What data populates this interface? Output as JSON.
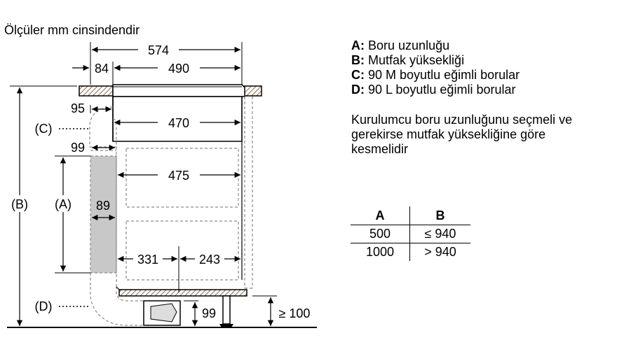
{
  "title": "Ölçüler mm cinsindendir",
  "dims": {
    "d574": "574",
    "d84": "84",
    "d490": "490",
    "d95": "95",
    "d470": "470",
    "d99top": "99",
    "d475": "475",
    "d89": "89",
    "d331": "331",
    "d243": "243",
    "d99bot": "99",
    "d100": "≥ 100"
  },
  "callouts": {
    "A": "(A)",
    "B": "(B)",
    "C": "(C)",
    "D": "(D)"
  },
  "legend": [
    {
      "key": "A:",
      "text": "Boru uzunluğu"
    },
    {
      "key": "B:",
      "text": "Mutfak yüksekliği"
    },
    {
      "key": "C:",
      "text": "90  M boyutlu eğimli borular"
    },
    {
      "key": "D:",
      "text": "90  L boyutlu eğimli borular"
    }
  ],
  "note": [
    "Kurulumcu boru uzunluğunu seçmeli ve",
    "gerekirse mutfak yüksekliğine göre",
    "kesmelidir"
  ],
  "table": {
    "headers": [
      "A",
      "B"
    ],
    "rows": [
      [
        "500",
        "≤ 940"
      ],
      [
        "1000",
        "> 940"
      ]
    ]
  },
  "colors": {
    "line": "#000000",
    "dashed": "#8a8a8a",
    "duct_fill": "#c8c8c8",
    "hatch": "#8c6a4a"
  }
}
